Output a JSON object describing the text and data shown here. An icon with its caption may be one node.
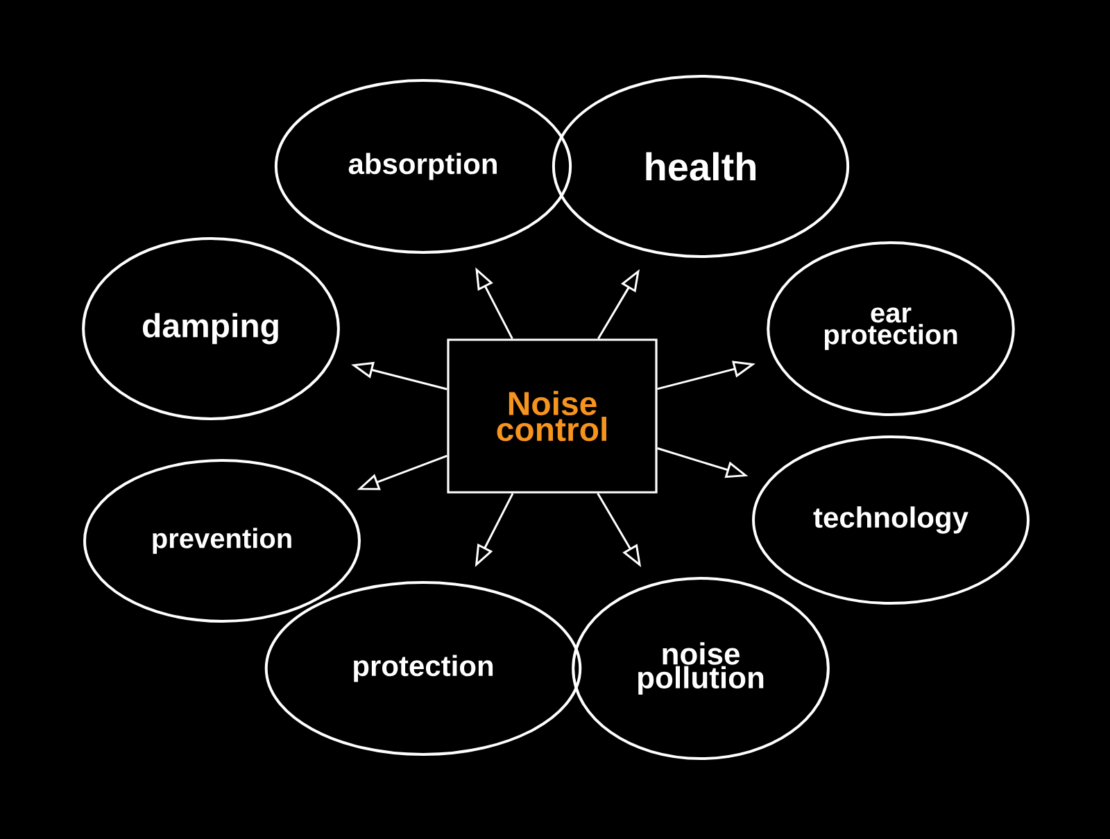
{
  "diagram": {
    "nodes": [
      {
        "text": [
          "absorption"
        ]
      },
      {
        "text": [
          "health"
        ]
      },
      {
        "text": [
          "damping"
        ]
      },
      {
        "text": [
          "ear protection"
        ]
      },
      {
        "text": [
          "Noise control"
        ]
      },
      {
        "text": [
          "technology"
        ]
      },
      {
        "text": [
          "prevention"
        ]
      },
      {
        "text": [
          "protection"
        ]
      },
      {
        "text": [
          "noise pollution"
        ]
      }
    ],
    "edges": [
      {
        "from": 4,
        "to": 0,
        "arrow": "to"
      },
      {
        "from": 4,
        "to": 1,
        "arrow": "to"
      },
      {
        "from": 4,
        "to": 2,
        "arrow": "to"
      },
      {
        "from": 4,
        "to": 3,
        "arrow": "to"
      },
      {
        "from": 4,
        "to": 5,
        "arrow": "to"
      },
      {
        "from": 4,
        "to": 6,
        "arrow": "to"
      },
      {
        "from": 4,
        "to": 7,
        "arrow": "to"
      },
      {
        "from": 4,
        "to": 8,
        "arrow": "to"
      }
    ]
  }
}
